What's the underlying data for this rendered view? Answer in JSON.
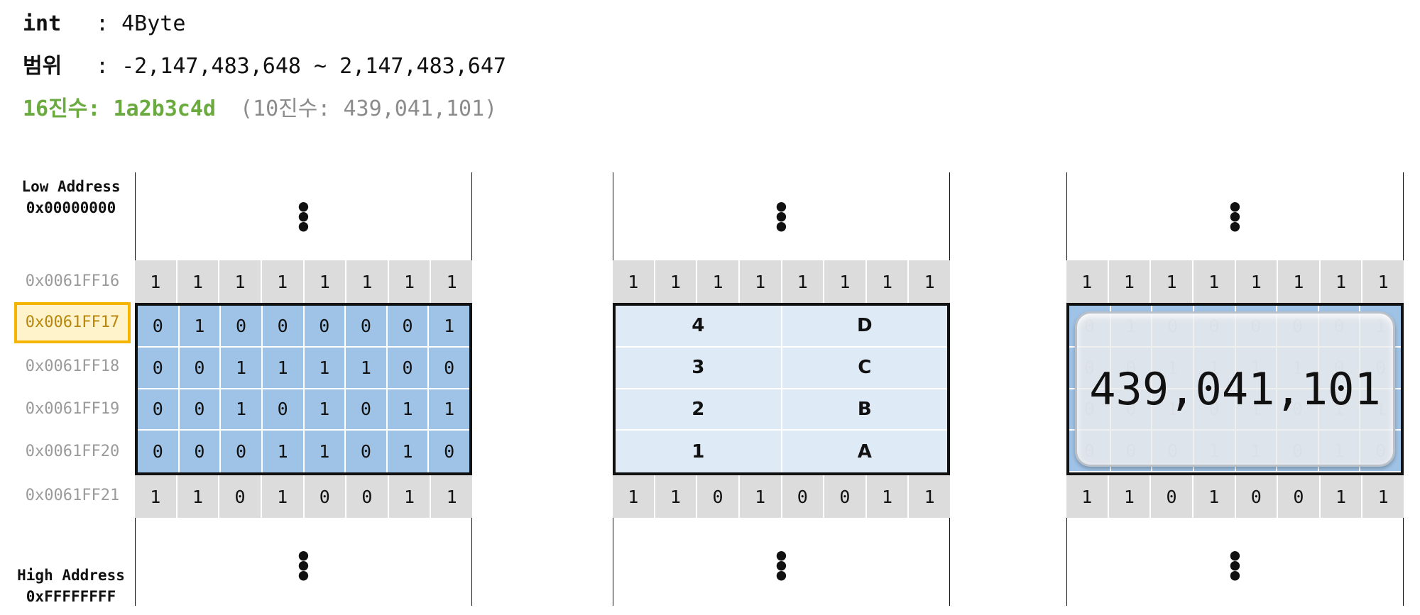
{
  "header": {
    "line1_label": "int",
    "line1_value": ": 4Byte",
    "line2_label": "범위",
    "line2_value": ": -2,147,483,648 ~ 2,147,483,647",
    "line3_label": "16진수:",
    "line3_value": "1a2b3c4d",
    "line3_note": "(10진수: 439,041,101)"
  },
  "address_labels": {
    "low_title": "Low Address",
    "low_value": "0x00000000",
    "high_title": "High Address",
    "high_value": "0xFFFFFFFF"
  },
  "addresses": [
    "0x0061FF16",
    "0x0061FF17",
    "0x0061FF18",
    "0x0061FF19",
    "0x0061FF20",
    "0x0061FF21"
  ],
  "highlighted_address": "0x0061FF17",
  "ellipsis": "⋮",
  "top_row_bits": [
    "1",
    "1",
    "1",
    "1",
    "1",
    "1",
    "1",
    "1"
  ],
  "bottom_row_bits": [
    "1",
    "1",
    "0",
    "1",
    "0",
    "0",
    "1",
    "1"
  ],
  "memory_bits": [
    [
      "0",
      "1",
      "0",
      "0",
      "0",
      "0",
      "0",
      "1"
    ],
    [
      "0",
      "0",
      "1",
      "1",
      "1",
      "1",
      "0",
      "0"
    ],
    [
      "0",
      "0",
      "1",
      "0",
      "1",
      "0",
      "1",
      "1"
    ],
    [
      "0",
      "0",
      "0",
      "1",
      "1",
      "0",
      "1",
      "0"
    ]
  ],
  "hex_nibbles": [
    [
      "4",
      "D"
    ],
    [
      "3",
      "C"
    ],
    [
      "2",
      "B"
    ],
    [
      "1",
      "A"
    ]
  ],
  "decimal_value": "439,041,101",
  "colors": {
    "bit_fill": "#9fc3e7",
    "hex_fill": "#deeaf6",
    "gray_fill": "#dcdcdc",
    "highlight_border": "#f4b400",
    "hex_text_green": "#6aaa3f"
  }
}
